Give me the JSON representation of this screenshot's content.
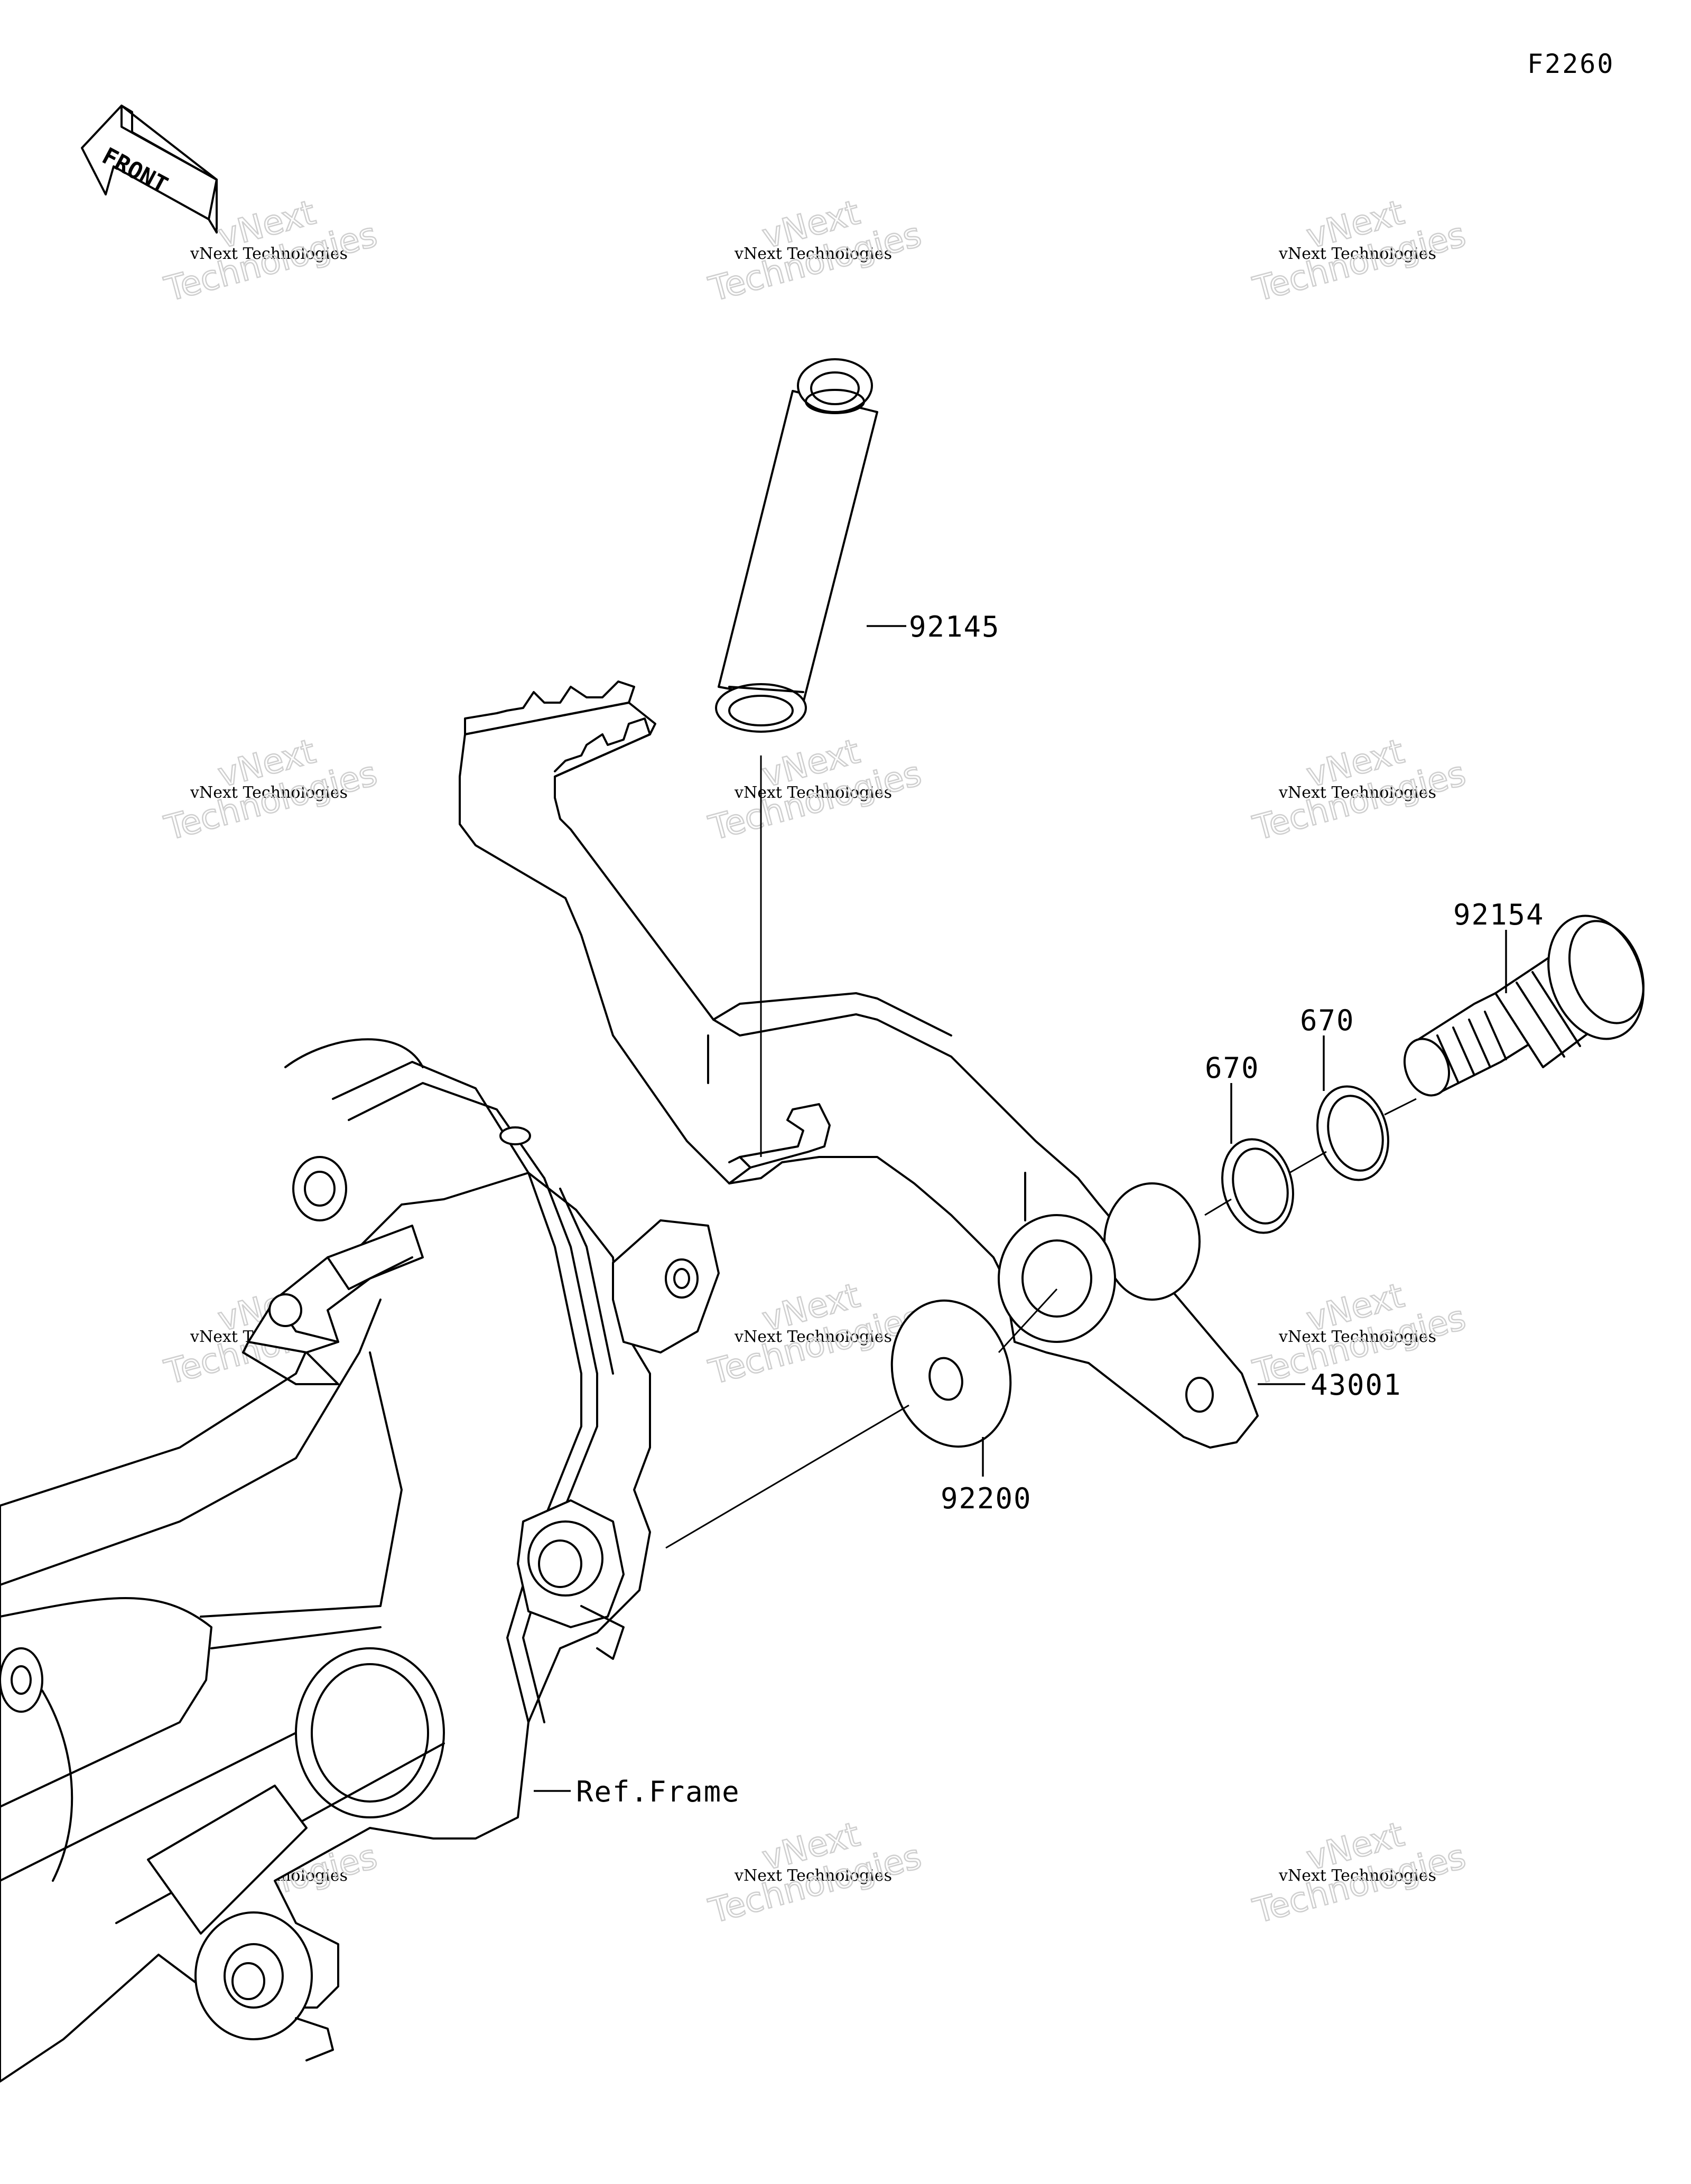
{
  "diagram_code": "F2260",
  "direction_marker": {
    "text": "FRONT",
    "icon": "front-arrow-icon"
  },
  "watermark": {
    "line1": "vNext Technologies",
    "line2": "vNext",
    "line3": "Technologies"
  },
  "parts": [
    {
      "number": "92145",
      "name": ""
    },
    {
      "number": "92154",
      "name": ""
    },
    {
      "number": "670",
      "name": ""
    },
    {
      "number": "670",
      "name": ""
    },
    {
      "number": "43001",
      "name": ""
    },
    {
      "number": "92200",
      "name": ""
    }
  ],
  "reference_label": "Ref.Frame"
}
